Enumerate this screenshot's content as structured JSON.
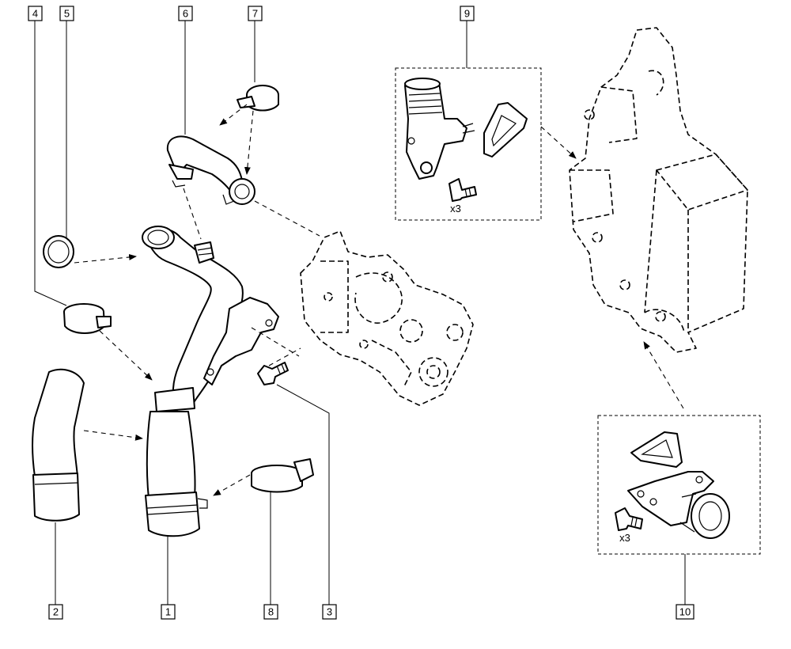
{
  "callouts": {
    "c1": "1",
    "c2": "2",
    "c3": "3",
    "c4": "4",
    "c5": "5",
    "c6": "6",
    "c7": "7",
    "c8": "8",
    "c9": "9",
    "c10": "10"
  },
  "quantities": {
    "kit9_screws": "x3",
    "kit10_screws": "x3"
  }
}
